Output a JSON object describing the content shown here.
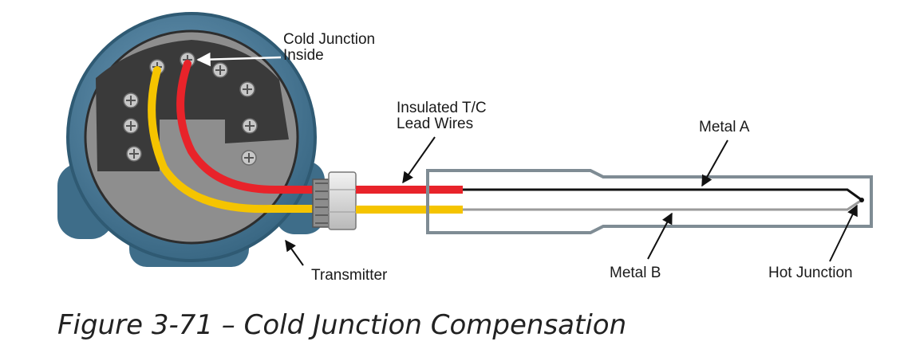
{
  "labels": {
    "cold_junction": "Cold Junction\nInside",
    "lead_wires": "Insulated T/C\nLead Wires",
    "metal_a": "Metal A",
    "metal_b": "Metal B",
    "transmitter": "Transmitter",
    "hot_junction": "Hot Junction"
  },
  "caption": "Figure 3-71 – Cold Junction Compensation",
  "colors": {
    "housing": "#3f6f8c",
    "housing_light": "#5b8aa8",
    "terminal_block": "#3a3a3a",
    "inner_gray": "#8c8c8c",
    "wire_red": "#e8232a",
    "wire_yellow": "#f5c400",
    "sheath": "#7f8c94",
    "metal_a": "#111111",
    "metal_b": "#9a9a9a"
  }
}
